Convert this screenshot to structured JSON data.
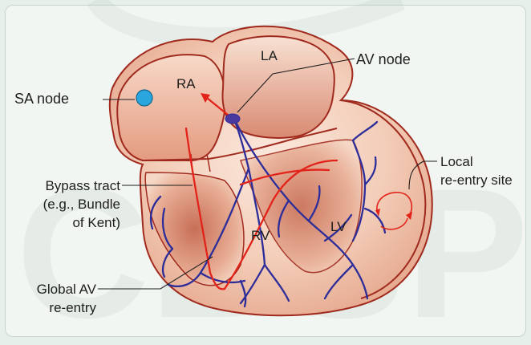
{
  "labels": {
    "sa_node": "SA node",
    "av_node": "AV node",
    "bypass_tract": [
      "Bypass tract",
      "(e.g., Bundle",
      "of Kent)"
    ],
    "global_av": [
      "Global AV",
      "re-entry"
    ],
    "local_reentry": [
      "Local",
      "re-entry site"
    ]
  },
  "chambers": {
    "ra": "RA",
    "la": "LA",
    "rv": "RV",
    "lv": "LV"
  },
  "watermark": "CBSPD",
  "colors": {
    "heart_outline": "#a02a1e",
    "muscle_light": "#f7dccd",
    "muscle_dark": "#d98a72",
    "conduction_red": "#e2231a",
    "conduction_blue": "#2d2d9a",
    "sa_node": "#2aa6df",
    "label_text": "#1e1e1e"
  }
}
